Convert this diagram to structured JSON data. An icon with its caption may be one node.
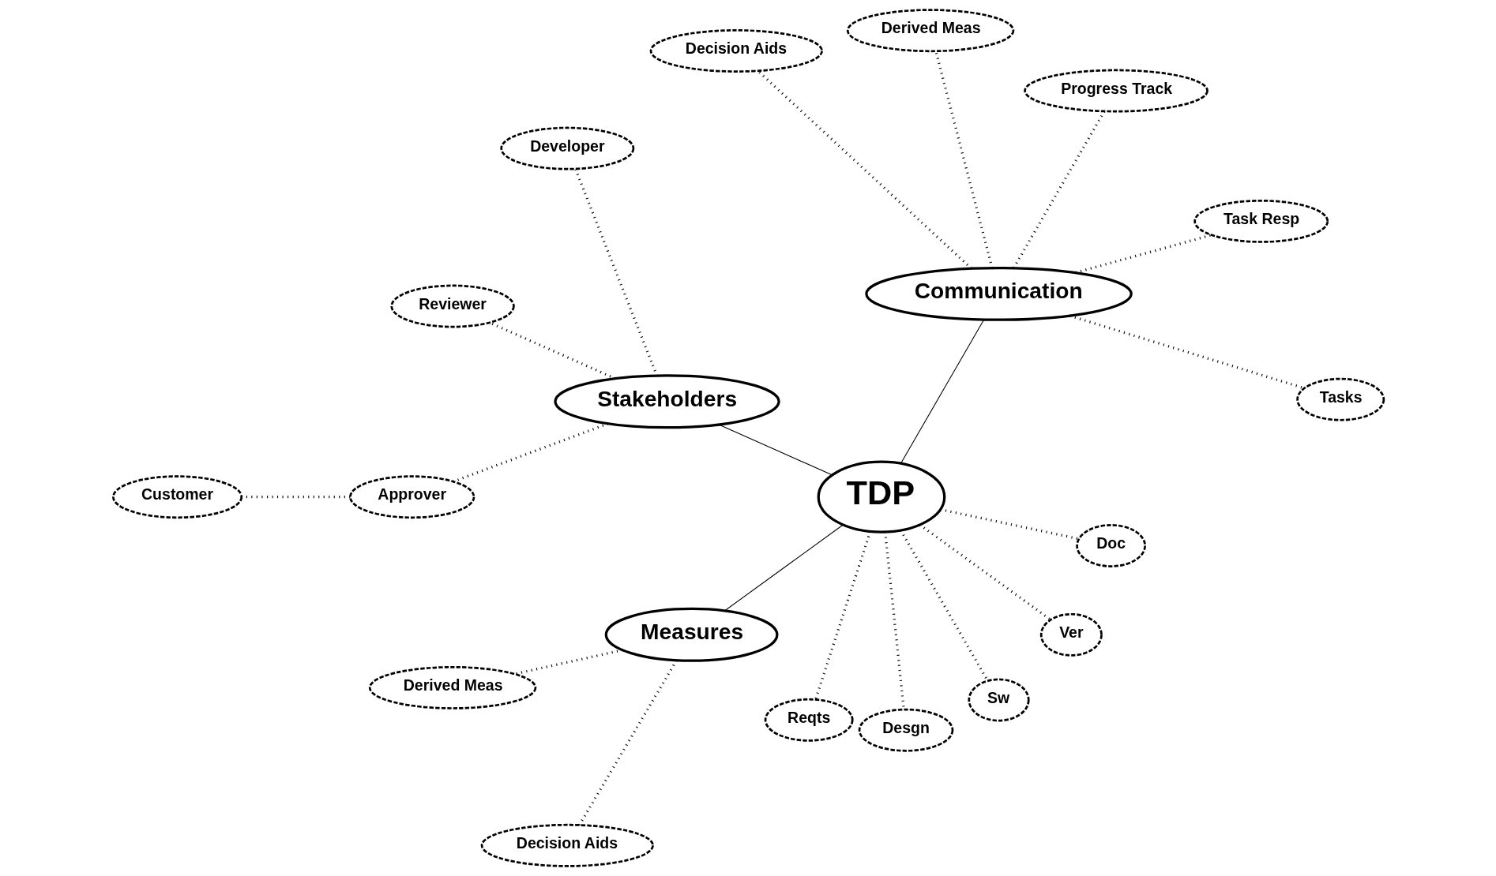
{
  "diagram": {
    "nodes": [
      {
        "text": [
          "TDP"
        ]
      },
      {
        "text": [
          "Communication"
        ]
      },
      {
        "text": [
          "Stakeholders"
        ]
      },
      {
        "text": [
          "Measures"
        ]
      },
      {
        "text": [
          "Tasks"
        ]
      },
      {
        "text": [
          "Task Resp"
        ]
      },
      {
        "text": [
          "Progress Track"
        ]
      },
      {
        "text": [
          "Derived Meas"
        ]
      },
      {
        "text": [
          "Decision Aids"
        ]
      },
      {
        "text": [
          "Developer"
        ]
      },
      {
        "text": [
          "Reviewer"
        ]
      },
      {
        "text": [
          "Customer"
        ]
      },
      {
        "text": [
          "Approver"
        ]
      },
      {
        "text": [
          "Reqts"
        ]
      },
      {
        "text": [
          "Desgn"
        ]
      },
      {
        "text": [
          "Sw"
        ]
      },
      {
        "text": [
          "Ver"
        ]
      },
      {
        "text": [
          "Doc"
        ]
      },
      {
        "text": [
          "Derived Meas"
        ]
      },
      {
        "text": [
          "Decision Aids"
        ]
      }
    ],
    "edges": [
      {
        "from": 0,
        "to": 1,
        "arrow": "none"
      },
      {
        "from": 0,
        "to": 2,
        "arrow": "none"
      },
      {
        "from": 0,
        "to": 3,
        "arrow": "none"
      },
      {
        "from": 1,
        "to": 4,
        "arrow": "none",
        "style": "dashed"
      },
      {
        "from": 1,
        "to": 5,
        "arrow": "none",
        "style": "dashed"
      },
      {
        "from": 1,
        "to": 6,
        "arrow": "none",
        "style": "dashed"
      },
      {
        "from": 1,
        "to": 7,
        "arrow": "none",
        "style": "dashed"
      },
      {
        "from": 1,
        "to": 8,
        "arrow": "none",
        "style": "dashed"
      },
      {
        "from": 2,
        "to": 9,
        "arrow": "none",
        "style": "dashed"
      },
      {
        "from": 2,
        "to": 10,
        "arrow": "none",
        "style": "dashed"
      },
      {
        "from": 2,
        "to": 12,
        "arrow": "none",
        "style": "dashed"
      },
      {
        "from": 12,
        "to": 11,
        "arrow": "none",
        "style": "dashed"
      },
      {
        "from": 0,
        "to": 13,
        "arrow": "none",
        "style": "dashed"
      },
      {
        "from": 0,
        "to": 14,
        "arrow": "none",
        "style": "dashed"
      },
      {
        "from": 0,
        "to": 15,
        "arrow": "none",
        "style": "dashed"
      },
      {
        "from": 0,
        "to": 16,
        "arrow": "none",
        "style": "dashed"
      },
      {
        "from": 0,
        "to": 17,
        "arrow": "none",
        "style": "dashed"
      },
      {
        "from": 3,
        "to": 18,
        "arrow": "none",
        "style": "dashed"
      },
      {
        "from": 3,
        "to": 19,
        "arrow": "none",
        "style": "dashed"
      }
    ]
  }
}
